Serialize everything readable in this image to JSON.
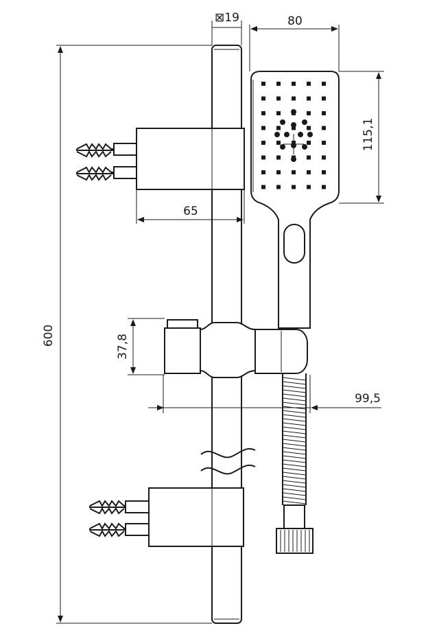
{
  "dimensions": {
    "rod_diameter": "⊠19",
    "head_width": "80",
    "head_height": "115,1",
    "bracket_depth": "65",
    "total_height": "600",
    "holder_height": "37,8",
    "holder_projection": "99,5"
  }
}
